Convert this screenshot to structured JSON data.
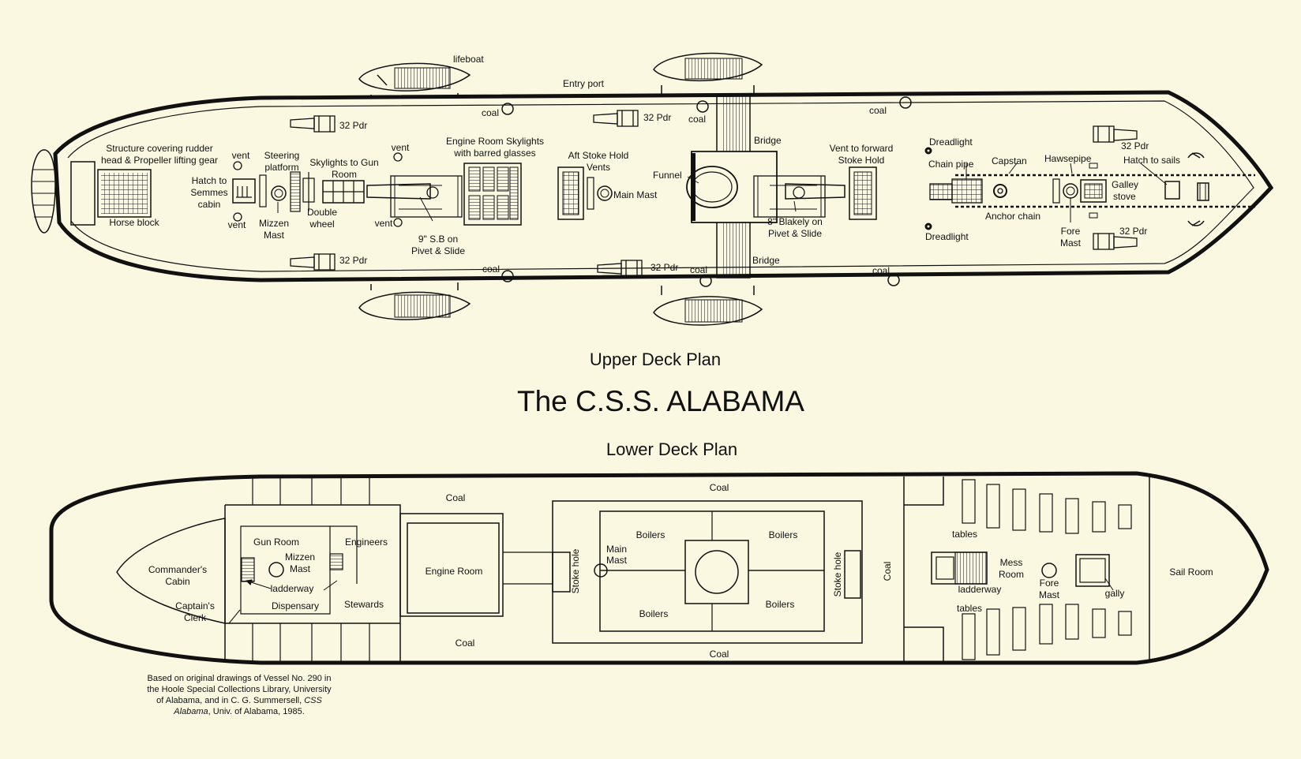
{
  "titles": {
    "upper": "Upper Deck Plan",
    "main": "The C.S.S. ALABAMA",
    "lower": "Lower Deck Plan"
  },
  "upper_labels": {
    "lifeboat": "lifeboat",
    "entry_port": "Entry port",
    "coal": "coal",
    "pdr32": "32 Pdr",
    "structure_l1": "Structure covering rudder",
    "structure_l2": "head & Propeller lifting gear",
    "horse_block": "Horse block",
    "vent": "vent",
    "hatch_l1": "Hatch to",
    "hatch_l2": "Semmes",
    "hatch_l3": "cabin",
    "steering_l1": "Steering",
    "steering_l2": "platform",
    "mizzen_l1": "Mizzen",
    "mizzen_l2": "Mast",
    "skylights_gun_l1": "Skylights to Gun",
    "skylights_gun_l2": "Room",
    "double_l1": "Double",
    "double_l2": "wheel",
    "engine_sky_l1": "Engine Room Skylights",
    "engine_sky_l2": "with barred glasses",
    "sb_l1": "9\" S.B on",
    "sb_l2": "Pivet & Slide",
    "aft_stoke_l1": "Aft Stoke Hold",
    "aft_stoke_l2": "Vents",
    "main_mast": "Main Mast",
    "funnel": "Funnel",
    "bridge": "Bridge",
    "vent_fwd_l1": "Vent to forward",
    "vent_fwd_l2": "Stoke Hold",
    "blakely_l1": "8\" Blakely on",
    "blakely_l2": "Pivet & Slide",
    "deadlight": "Dreadlight",
    "chain_pipe": "Chain pipe",
    "capstan": "Capstan",
    "hawsepipe": "Hawsepipe",
    "hatch_sails": "Hatch to sails",
    "galley_l1": "Galley",
    "galley_l2": "stove",
    "anchor_chain": "Anchor chain",
    "fore_l1": "Fore",
    "fore_l2": "Mast"
  },
  "lower_labels": {
    "coal": "Coal",
    "commander_l1": "Commander's",
    "commander_l2": "Cabin",
    "clerk_l1": "Captain's",
    "clerk_l2": "Clerk",
    "gun_room": "Gun Room",
    "mizzen_l1": "Mizzen",
    "mizzen_l2": "Mast",
    "engineers": "Engineers",
    "ladderway": "ladderway",
    "dispensary": "Dispensary",
    "stewards": "Stewards",
    "engine_room": "Engine Room",
    "stoke_hole": "Stoke hole",
    "main_l1": "Main",
    "main_l2": "Mast",
    "boilers": "Boilers",
    "tables": "tables",
    "mess_l1": "Mess",
    "mess_l2": "Room",
    "fore_l1": "Fore",
    "fore_l2": "Mast",
    "gally": "gally",
    "sail_room": "Sail Room"
  },
  "credit": {
    "line1": "Based on original drawings of Vessel No. 290 in",
    "line2": "the Hoole Special Collections Library, University",
    "line3": "of Alabama, and in C. G. Summersell,",
    "line3_italic": "CSS",
    "line4_italic": "Alabama",
    "line4": ", Univ. of Alabama, 1985."
  },
  "colors": {
    "background": "#fbf8e2",
    "ink": "#111111"
  }
}
